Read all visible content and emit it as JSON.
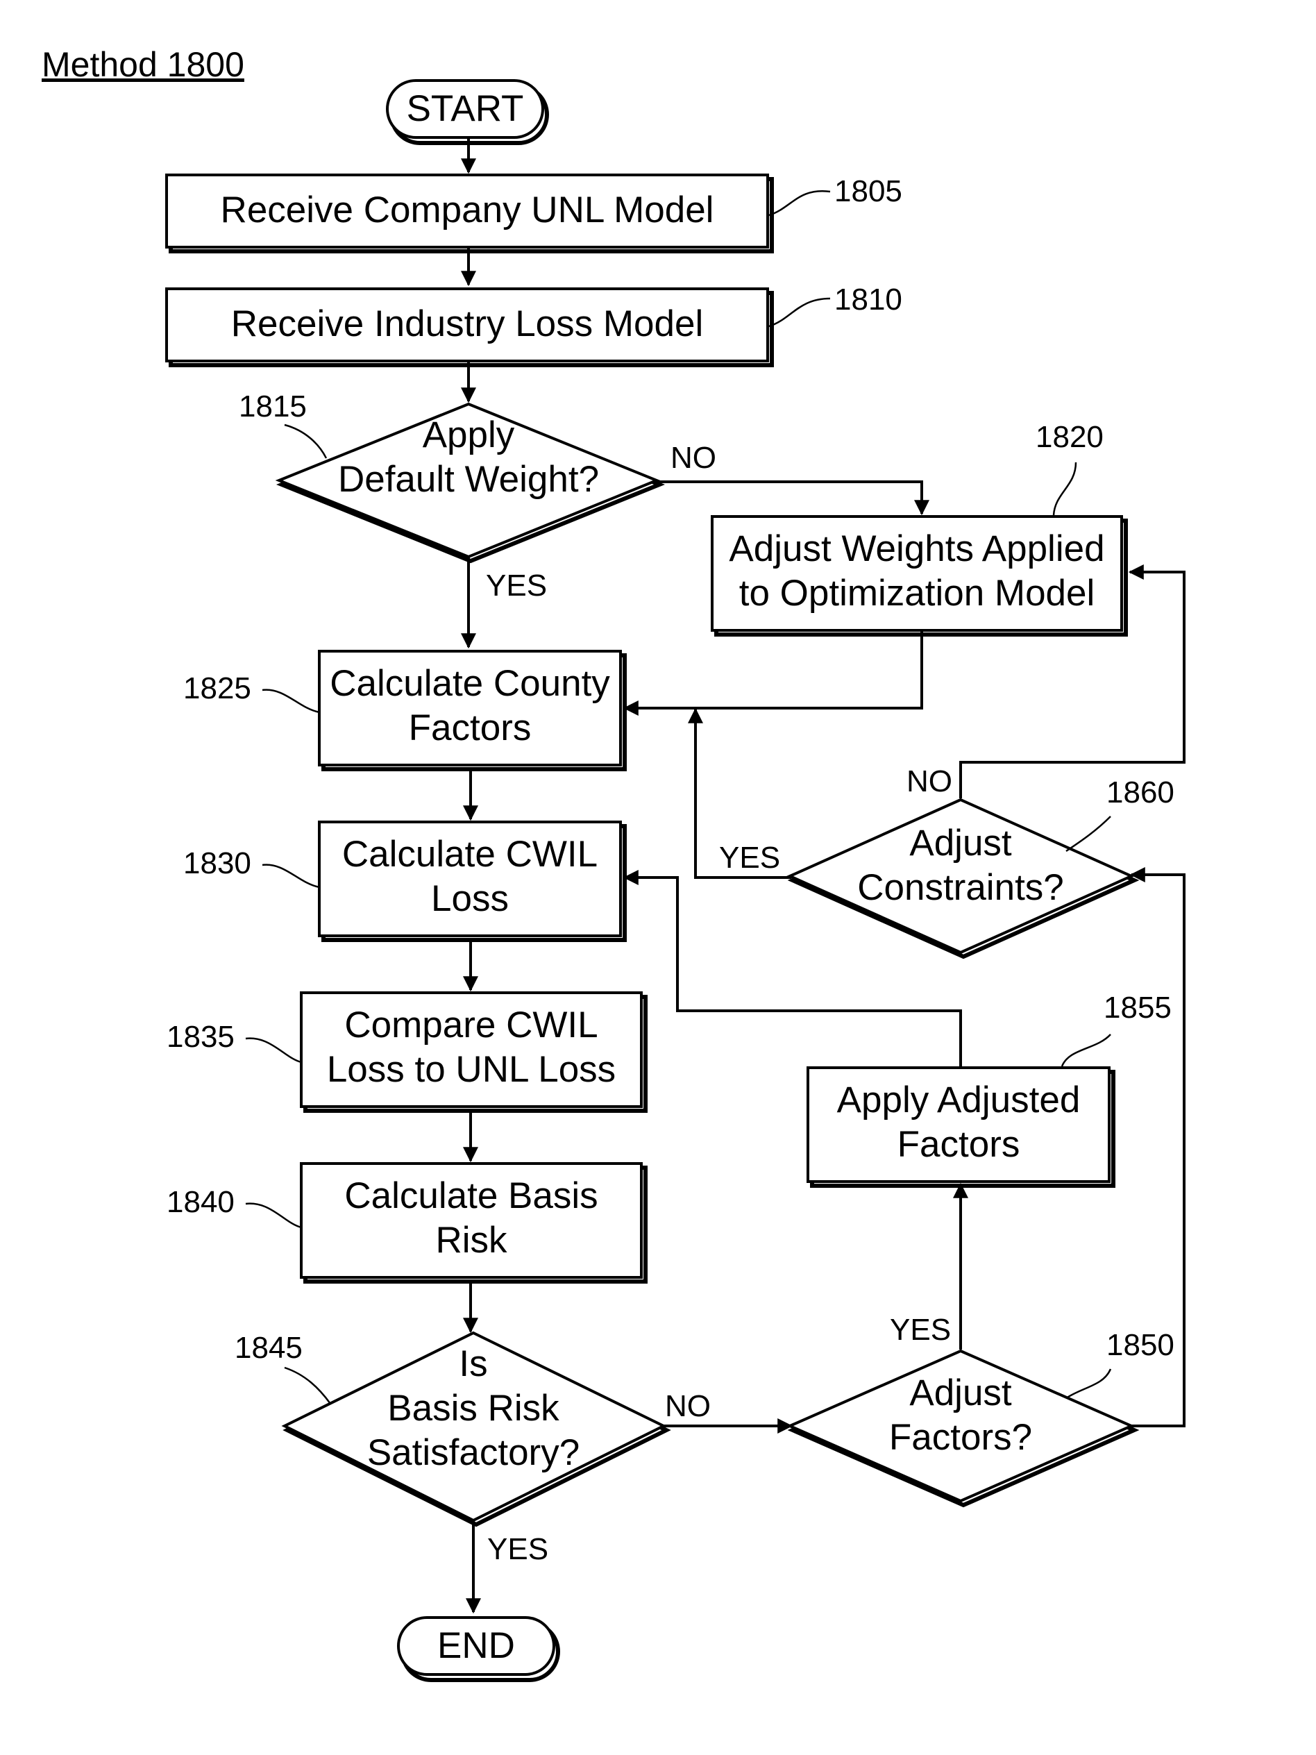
{
  "title": "Method 1800",
  "terminals": {
    "start": "START",
    "end": "END"
  },
  "steps": {
    "s1805": {
      "ref": "1805",
      "lines": [
        "Receive Company UNL Model"
      ]
    },
    "s1810": {
      "ref": "1810",
      "lines": [
        "Receive Industry Loss Model"
      ]
    },
    "s1815": {
      "ref": "1815",
      "lines": [
        "Apply",
        "Default Weight?"
      ]
    },
    "s1820": {
      "ref": "1820",
      "lines": [
        "Adjust Weights Applied",
        "to Optimization Model"
      ]
    },
    "s1825": {
      "ref": "1825",
      "lines": [
        "Calculate County",
        "Factors"
      ]
    },
    "s1830": {
      "ref": "1830",
      "lines": [
        "Calculate CWIL",
        "Loss"
      ]
    },
    "s1835": {
      "ref": "1835",
      "lines": [
        "Compare CWIL",
        "Loss to UNL Loss"
      ]
    },
    "s1840": {
      "ref": "1840",
      "lines": [
        "Calculate Basis",
        "Risk"
      ]
    },
    "s1845": {
      "ref": "1845",
      "lines": [
        "Is",
        "Basis Risk",
        "Satisfactory?"
      ]
    },
    "s1850": {
      "ref": "1850",
      "lines": [
        "Adjust",
        "Factors?"
      ]
    },
    "s1855": {
      "ref": "1855",
      "lines": [
        "Apply Adjusted",
        "Factors"
      ]
    },
    "s1860": {
      "ref": "1860",
      "lines": [
        "Adjust",
        "Constraints?"
      ]
    }
  },
  "edge_labels": {
    "d1815_no": "NO",
    "d1815_yes": "YES",
    "d1860_no": "NO",
    "d1860_yes": "YES",
    "d1845_no": "NO",
    "d1845_yes": "YES",
    "d1850_yes": "YES"
  }
}
